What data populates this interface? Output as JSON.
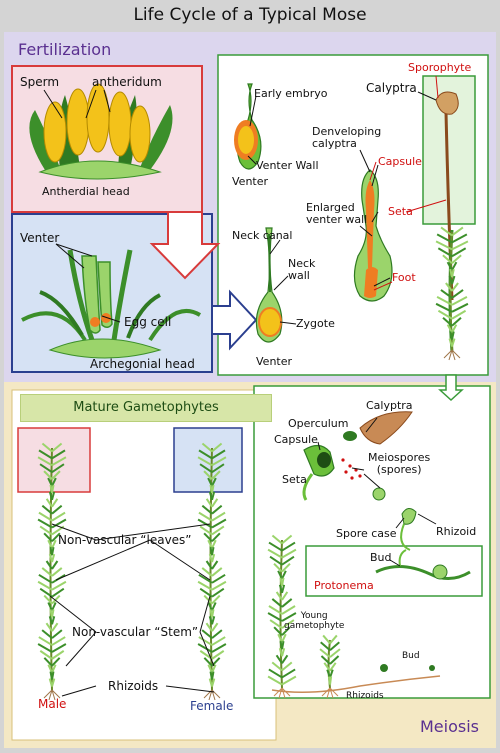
{
  "title": "Life Cycle of a Typical Mose",
  "sections": {
    "fertilization": "Fertilization",
    "meiosis": "Meiosis"
  },
  "labels": {
    "sperm": "Sperm",
    "antheridum": "antheridum",
    "antherdial_head": "Antherdial head",
    "venter_top": "Venter",
    "egg_cell": "Egg cell",
    "archegonial_head": "Archegonial head",
    "early_embryo": "Early embryo",
    "venter_wall": "Venter Wall",
    "venter_mid": "Venter",
    "neck_canal": "Neck canal",
    "neck_wall": "Neck\nwall",
    "zygote": "Zygote",
    "venter_bottom": "Venter",
    "developing_calyptra": "Denveloping\ncalyptra",
    "capsule_red": "Capsule",
    "enlarged_venter_wall": "Enlarged\nventer wall",
    "seta_red": "Seta",
    "foot": "Foot",
    "sporophyte": "Sporophyte",
    "calyptra_top": "Calyptra",
    "mature_gametophytes": "Mature Gametophytes",
    "non_vascular_leaves": "Non-vascular “leaves”",
    "non_vascular_stem": "Non-vascular “Stem”",
    "rhizoids_left": "Rhizoids",
    "male": "Male",
    "female": "Female",
    "calyptra_bottom": "Calyptra",
    "operculum": "Operculum",
    "capsule_black": "Capsule",
    "seta_black": "Seta",
    "meiospores": "Meiospores\n(spores)",
    "spore_case": "Spore case",
    "rhizoid": "Rhizoid",
    "bud_top": "Bud",
    "protonema": "Protonema",
    "young_gametophyte": "Young\ngametophyte",
    "bud_bottom": "Bud",
    "rhizoids_bottom": "Rhizoids"
  },
  "colors": {
    "fertilization_panel": "#dcd6ee",
    "meiosis_panel": "#f4e8c4",
    "pink_box": "#f6dde3",
    "blue_box": "#d6e2f4",
    "leaf_green": "#3c8f2a",
    "light_green": "#9bd46b",
    "orange": "#ef7d22",
    "yellow": "#f3c21a",
    "red_label": "#d01010",
    "title_purple": "#5a3090"
  }
}
